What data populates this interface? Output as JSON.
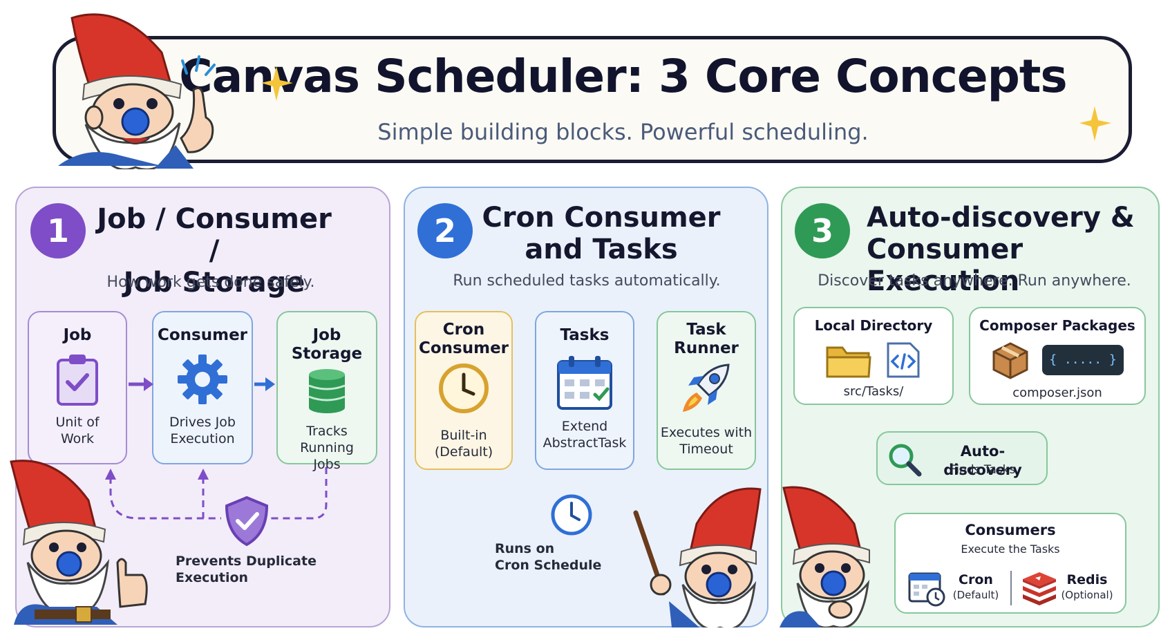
{
  "header": {
    "title": "Canvas Scheduler: 3 Core Concepts",
    "subtitle": "Simple building blocks. Powerful scheduling."
  },
  "panels": [
    {
      "number": "1",
      "title_line1": "Job / Consumer /",
      "title_line2": "Job Storage",
      "subtitle": "How work gets done safely.",
      "accent": "#7e4dc7",
      "cards": [
        {
          "title": "Job",
          "desc_line1": "Unit of",
          "desc_line2": "Work",
          "icon": "clipboard-check-icon"
        },
        {
          "title": "Consumer",
          "desc_line1": "Drives Job",
          "desc_line2": "Execution",
          "icon": "gear-icon"
        },
        {
          "title_line1": "Job",
          "title_line2": "Storage",
          "desc_line1": "Tracks Running",
          "desc_line2": "Jobs",
          "icon": "database-icon"
        }
      ],
      "footer_line1": "Prevents Duplicate",
      "footer_line2": "Execution",
      "footer_icon": "shield-check-icon"
    },
    {
      "number": "2",
      "title_line1": "Cron Consumer",
      "title_line2": "and Tasks",
      "subtitle": "Run scheduled tasks automatically.",
      "accent": "#2f6fd6",
      "cards": [
        {
          "title_line1": "Cron",
          "title_line2": "Consumer",
          "desc_line1": "Built-in",
          "desc_line2": "(Default)",
          "icon": "clock-icon"
        },
        {
          "title": "Tasks",
          "desc_line1": "Extend",
          "desc_line2": "AbstractTask",
          "icon": "calendar-icon"
        },
        {
          "title_line1": "Task",
          "title_line2": "Runner",
          "desc_line1": "Executes with",
          "desc_line2": "Timeout",
          "icon": "rocket-icon"
        }
      ],
      "footer_line1": "Runs on",
      "footer_line2": "Cron Schedule",
      "footer_icon": "clock-icon"
    },
    {
      "number": "3",
      "title_line1": "Auto-discovery &",
      "title_line2": "Consumer Execution",
      "subtitle": "Discover tasks anywhere. Run anywhere.",
      "accent": "#2f9a55",
      "sources": [
        {
          "title": "Local Directory",
          "caption": "src/Tasks/",
          "icons": [
            "folder-icon",
            "code-file-icon"
          ]
        },
        {
          "title": "Composer Packages",
          "caption": "composer.json",
          "icons": [
            "package-icon",
            "json-badge-icon"
          ],
          "badge": "{ ..... }"
        }
      ],
      "discovery": {
        "title": "Auto-discovery",
        "desc": "Finds Tasks",
        "icon": "magnifier-icon"
      },
      "consumers": {
        "title": "Consumers",
        "desc": "Execute the Tasks",
        "items": [
          {
            "name": "Cron",
            "note": "(Default)",
            "icon": "calendar-clock-icon"
          },
          {
            "name": "Redis",
            "note": "(Optional)",
            "icon": "redis-icon"
          }
        ]
      }
    }
  ],
  "colors": {
    "purple": "#7e4dc7",
    "blue": "#2f6fd6",
    "green": "#2f9a55",
    "gnome_hat": "#d8352a",
    "gnome_nose": "#2a63d6"
  }
}
